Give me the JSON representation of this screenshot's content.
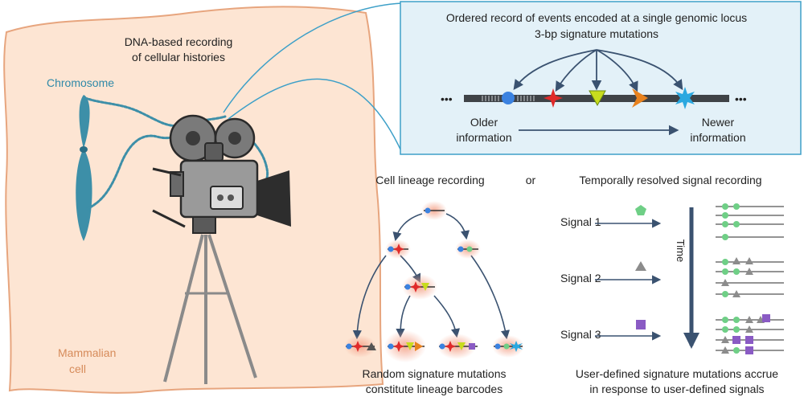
{
  "cell": {
    "title_line1": "DNA-based recording",
    "title_line2": "of cellular histories",
    "chromosome_label": "Chromosome",
    "cell_label_line1": "Mammalian",
    "cell_label_line2": "cell",
    "fill_color": "#fde5d3",
    "edge_color": "#e7a57e"
  },
  "locus_panel": {
    "title_line1": "Ordered record of events encoded at a single genomic locus",
    "title_line2": "3-bp signature mutations",
    "ellipsis": "•••",
    "older_line1": "Older",
    "older_line2": "information",
    "newer_line1": "Newer",
    "newer_line2": "information",
    "background_color": "#e3f1f8",
    "border_color": "#3ea0c8"
  },
  "lineage": {
    "heading": "Cell lineage recording",
    "caption_line1": "Random signature mutations",
    "caption_line2": "constitute lineage barcodes"
  },
  "connector": "or",
  "signal_recording": {
    "heading": "Temporally resolved signal recording",
    "time_label": "Time",
    "signals": [
      {
        "name": "Signal 1",
        "symbol": "green-pentagon"
      },
      {
        "name": "Signal 2",
        "symbol": "gray-triangle"
      },
      {
        "name": "Signal 3",
        "symbol": "purple-square"
      }
    ],
    "caption_line1": "User-defined signature mutations accrue",
    "caption_line2": "in response to user-defined signals"
  },
  "colors": {
    "blue_mark": "#3b82e0",
    "red_mark": "#e02a2a",
    "yellow_mark": "#c8dc1e",
    "orange_mark": "#e8821e",
    "cyan_mark": "#2aa8e0",
    "green_mark": "#6fcf86",
    "gray_mark": "#8c8c8c",
    "purple_mark": "#8a5bc4",
    "chromosome": "#3d8fa8"
  }
}
